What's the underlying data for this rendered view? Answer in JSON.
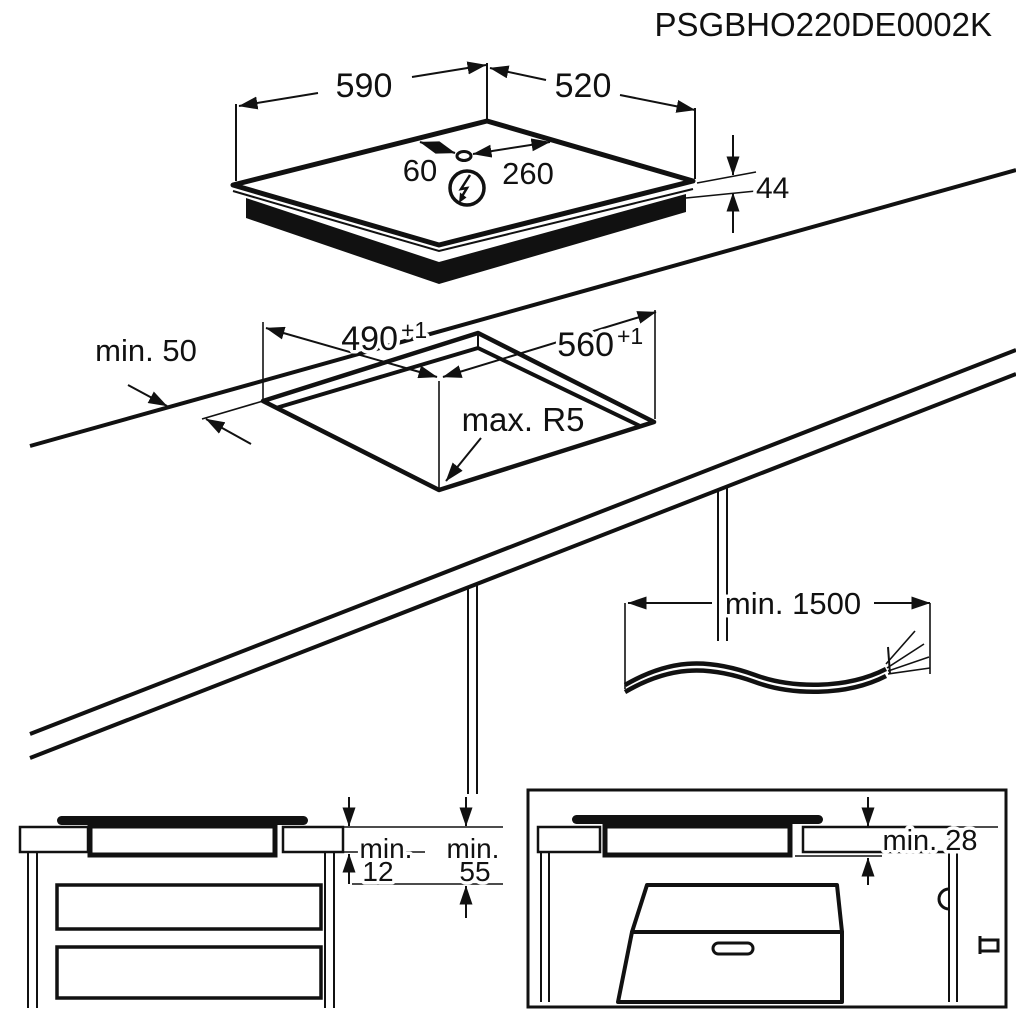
{
  "title": "PSGBHO220DE0002K",
  "hob": {
    "width": "590",
    "depth": "520",
    "height": "44",
    "cable_to_back": "60",
    "cable_to_side": "260",
    "power_icon": "lightning-in-circle"
  },
  "cutout": {
    "width": "490",
    "width_tol": "+1",
    "depth": "560",
    "depth_tol": "+1",
    "edge_clearance": "min. 50",
    "corner_radius": "max. R5"
  },
  "cable": {
    "length": "min. 1500"
  },
  "drawer_install": {
    "min_word_1": "min.",
    "value_1": "12",
    "min_word_2": "min.",
    "value_2": "55"
  },
  "oven_install": {
    "clearance": "min. 28"
  },
  "colors": {
    "line": "#111111",
    "background": "#ffffff"
  }
}
